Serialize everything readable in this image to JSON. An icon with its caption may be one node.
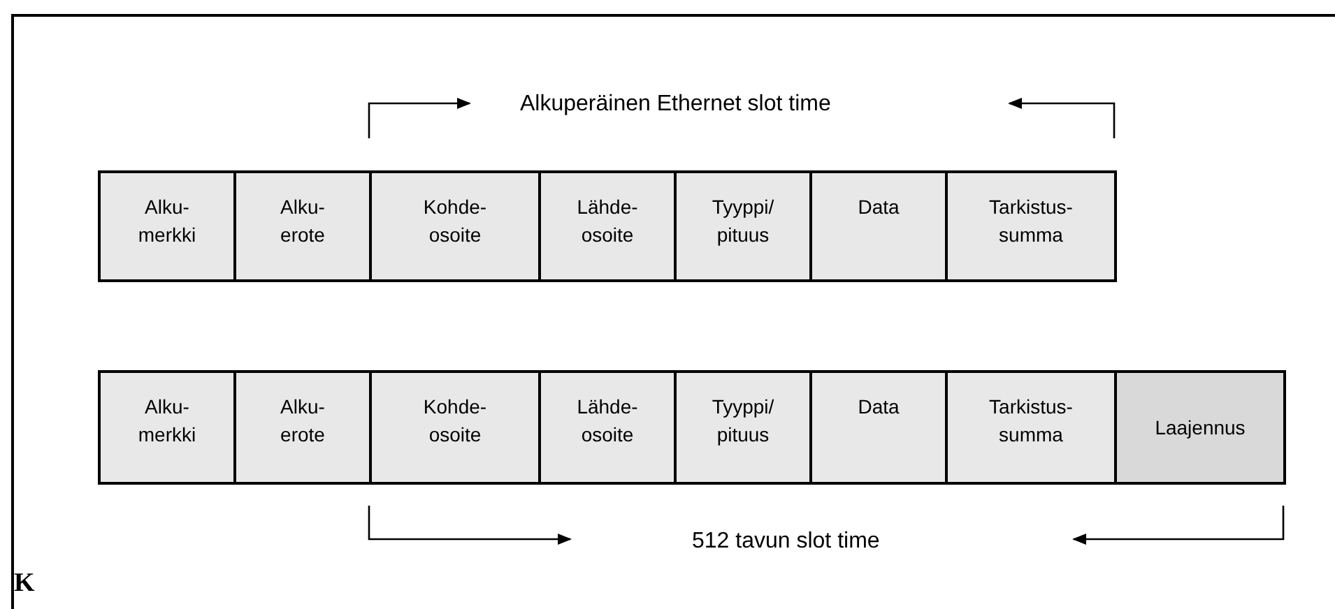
{
  "diagram": {
    "nodes": [
      {
        "text": [
          "Alku- merkki"
        ]
      },
      {
        "text": [
          "Alku- erote"
        ]
      },
      {
        "text": [
          "Kohde- osoite"
        ]
      },
      {
        "text": [
          "Lähde- osoite"
        ]
      },
      {
        "text": [
          "Tyyppi/ pituus"
        ]
      },
      {
        "text": [
          "Data"
        ]
      },
      {
        "text": [
          "Tarkistus- summa"
        ]
      },
      {
        "text": [
          "Alku- merkki"
        ]
      },
      {
        "text": [
          "Alku- erote"
        ]
      },
      {
        "text": [
          "Kohde- osoite"
        ]
      },
      {
        "text": [
          "Lähde- osoite"
        ]
      },
      {
        "text": [
          "Tyyppi/ pituus"
        ]
      },
      {
        "text": [
          "Data"
        ]
      },
      {
        "text": [
          "Tarkistus- summa"
        ]
      },
      {
        "text": [
          "Laajennus"
        ]
      }
    ],
    "labels": [
      "Alkuperäinen Ethernet slot time",
      "512 tavun slot time",
      "K"
    ]
  }
}
